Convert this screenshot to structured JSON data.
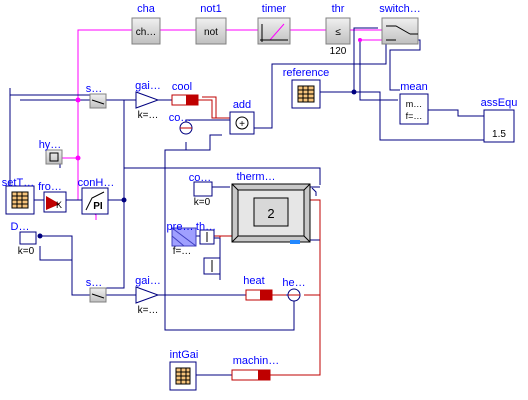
{
  "labels": {
    "cha": "cha",
    "cha_inner": "ch…",
    "not1": "not1",
    "not1_inner": "not",
    "timer": "timer",
    "thr": "thr",
    "thr_inner": "≤",
    "thr_value": "120",
    "switch": "switch…",
    "reference": "reference",
    "mean": "mean",
    "mean_inner1": "m…",
    "mean_inner2": "f=…",
    "assEqu": "assEqu",
    "assEqu_value": "1.5",
    "gai_top": "gai…",
    "gai_top_k": "k=…",
    "cool": "cool",
    "co_top": "co…",
    "add": "add",
    "add_sign": "+",
    "s_top": "s…",
    "hy": "hy…",
    "setT": "setT…",
    "fro": "fro…",
    "fro_inner": "K",
    "conH": "conH…",
    "conH_inner": "PI",
    "therm": "therm…",
    "therm_value": "2",
    "co_mid": "co…",
    "co_mid_k": "k=0",
    "pre": "pre…",
    "pre_f": "f=…",
    "th": "th…",
    "D": "D…",
    "D_k": "k=0",
    "s_bot": "s…",
    "gai_bot": "gai…",
    "gai_bot_k": "k=…",
    "heat": "heat",
    "he": "he…",
    "intGai": "intGai",
    "machin": "machin…"
  },
  "colors": {
    "signal_real": "#000080",
    "signal_bool": "#ff00ff",
    "heat_port": "#bf0000",
    "block_fill": "#d0d0d0",
    "label": "#0000ff"
  }
}
